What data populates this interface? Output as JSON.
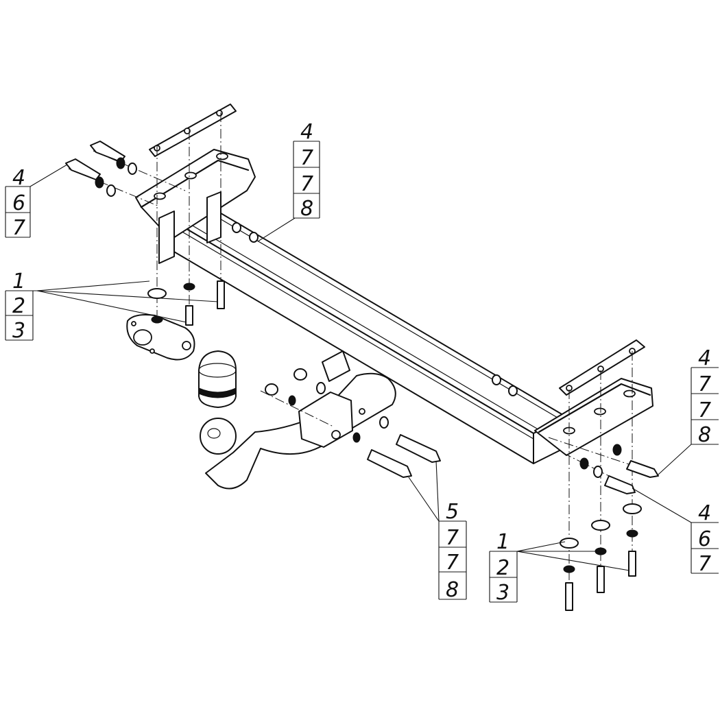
{
  "callouts": {
    "top_left": [
      "4",
      "6",
      "7"
    ],
    "top_center": [
      "4",
      "7",
      "7",
      "8"
    ],
    "left_middle": [
      "1",
      "2",
      "3"
    ],
    "right_upper": [
      "4",
      "7",
      "7",
      "8"
    ],
    "right_lower": [
      "4",
      "6",
      "7"
    ],
    "bottom_center": [
      "5",
      "7",
      "7",
      "8"
    ],
    "bottom_right": [
      "1",
      "2",
      "3"
    ]
  }
}
